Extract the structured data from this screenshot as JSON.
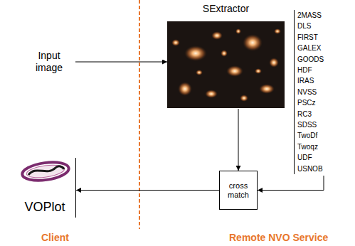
{
  "diagram": {
    "nodes": [
      {
        "text": [
          "Input image"
        ]
      },
      {
        "text": [
          "SExtractor"
        ]
      },
      {
        "text": [
          "2MASS",
          "DLS",
          "FIRST",
          "GALEX",
          "GOODS",
          "HDF",
          "IRAS",
          "NVSS",
          "PSCz",
          "RC3",
          "SDSS",
          "TwoDf",
          "Twoqz",
          "UDF",
          "USNOB"
        ]
      },
      {
        "text": [
          "cross match"
        ]
      },
      {
        "text": [
          "VOPlot"
        ]
      }
    ],
    "edges": [
      {
        "from": 0,
        "to": 1,
        "arrow": "to"
      },
      {
        "from": 1,
        "to": 3,
        "arrow": "to"
      },
      {
        "from": 2,
        "to": 3,
        "arrow": "to"
      },
      {
        "from": 3,
        "to": 4,
        "arrow": "to"
      }
    ],
    "labels": [
      "Client",
      "Remote NVO Service"
    ]
  }
}
